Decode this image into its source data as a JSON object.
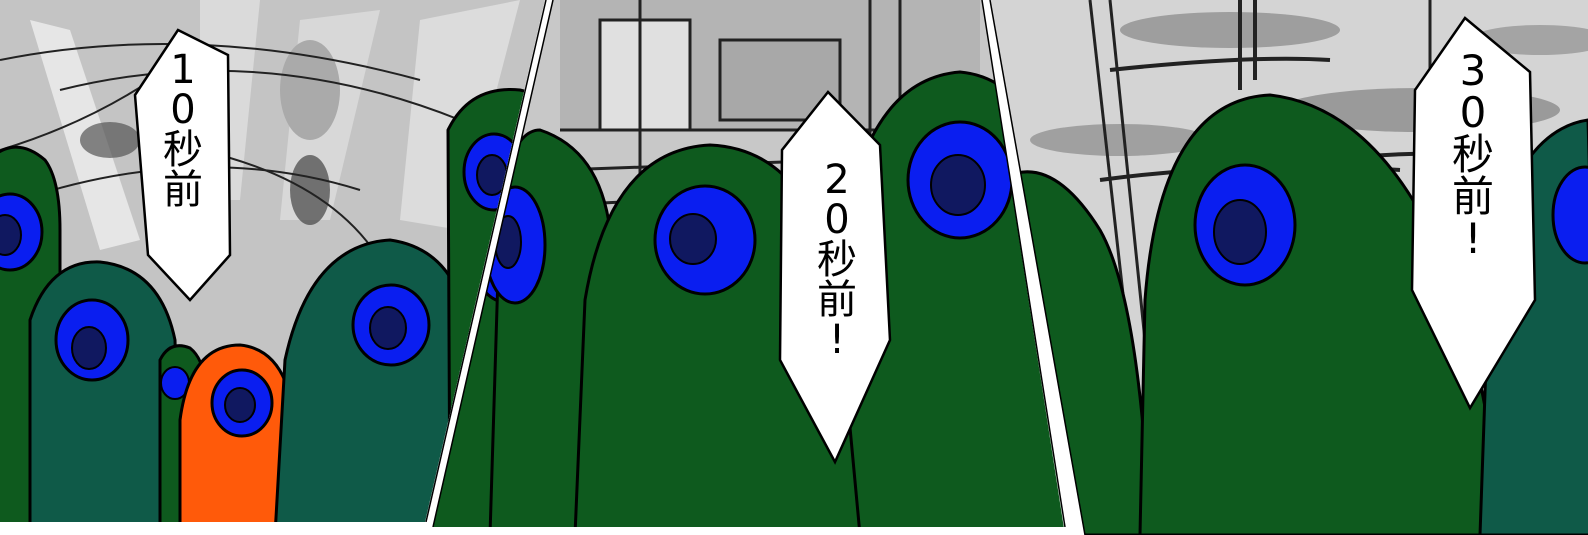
{
  "bubbles": {
    "b1": {
      "chars": [
        "1",
        "0",
        "秒",
        "前"
      ]
    },
    "b2": {
      "chars": [
        "2",
        "0",
        "秒",
        "前",
        "!"
      ]
    },
    "b3": {
      "chars": [
        "3",
        "0",
        "秒",
        "前",
        "!"
      ]
    }
  },
  "colors": {
    "bg_gray": "#c8c8c8",
    "dark_green": "#0e5a1e",
    "teal_green": "#0f5a48",
    "eye_blue": "#0a1ef0",
    "pupil_navy": "#101860",
    "orange": "#ff5a0a",
    "gutter": "#ffffff"
  }
}
